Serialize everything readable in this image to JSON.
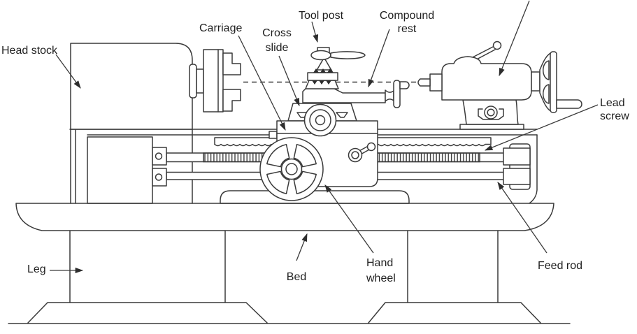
{
  "diagram": {
    "colors": {
      "background": "#ffffff",
      "line": "#3a3a3a",
      "text": "#1f1f1f"
    },
    "labels": {
      "head_stock": "Head stock",
      "carriage": "Carriage",
      "cross_slide_line1": "Cross",
      "cross_slide_line2": "slide",
      "tool_post": "Tool post",
      "compound_rest_line1": "Compound",
      "compound_rest_line2": "rest",
      "lead_screw_line1": "Lead",
      "lead_screw_line2": "screw",
      "feed_rod": "Feed rod",
      "hand_wheel_line1": "Hand",
      "hand_wheel_line2": "wheel",
      "bed": "Bed",
      "leg": "Leg"
    }
  }
}
